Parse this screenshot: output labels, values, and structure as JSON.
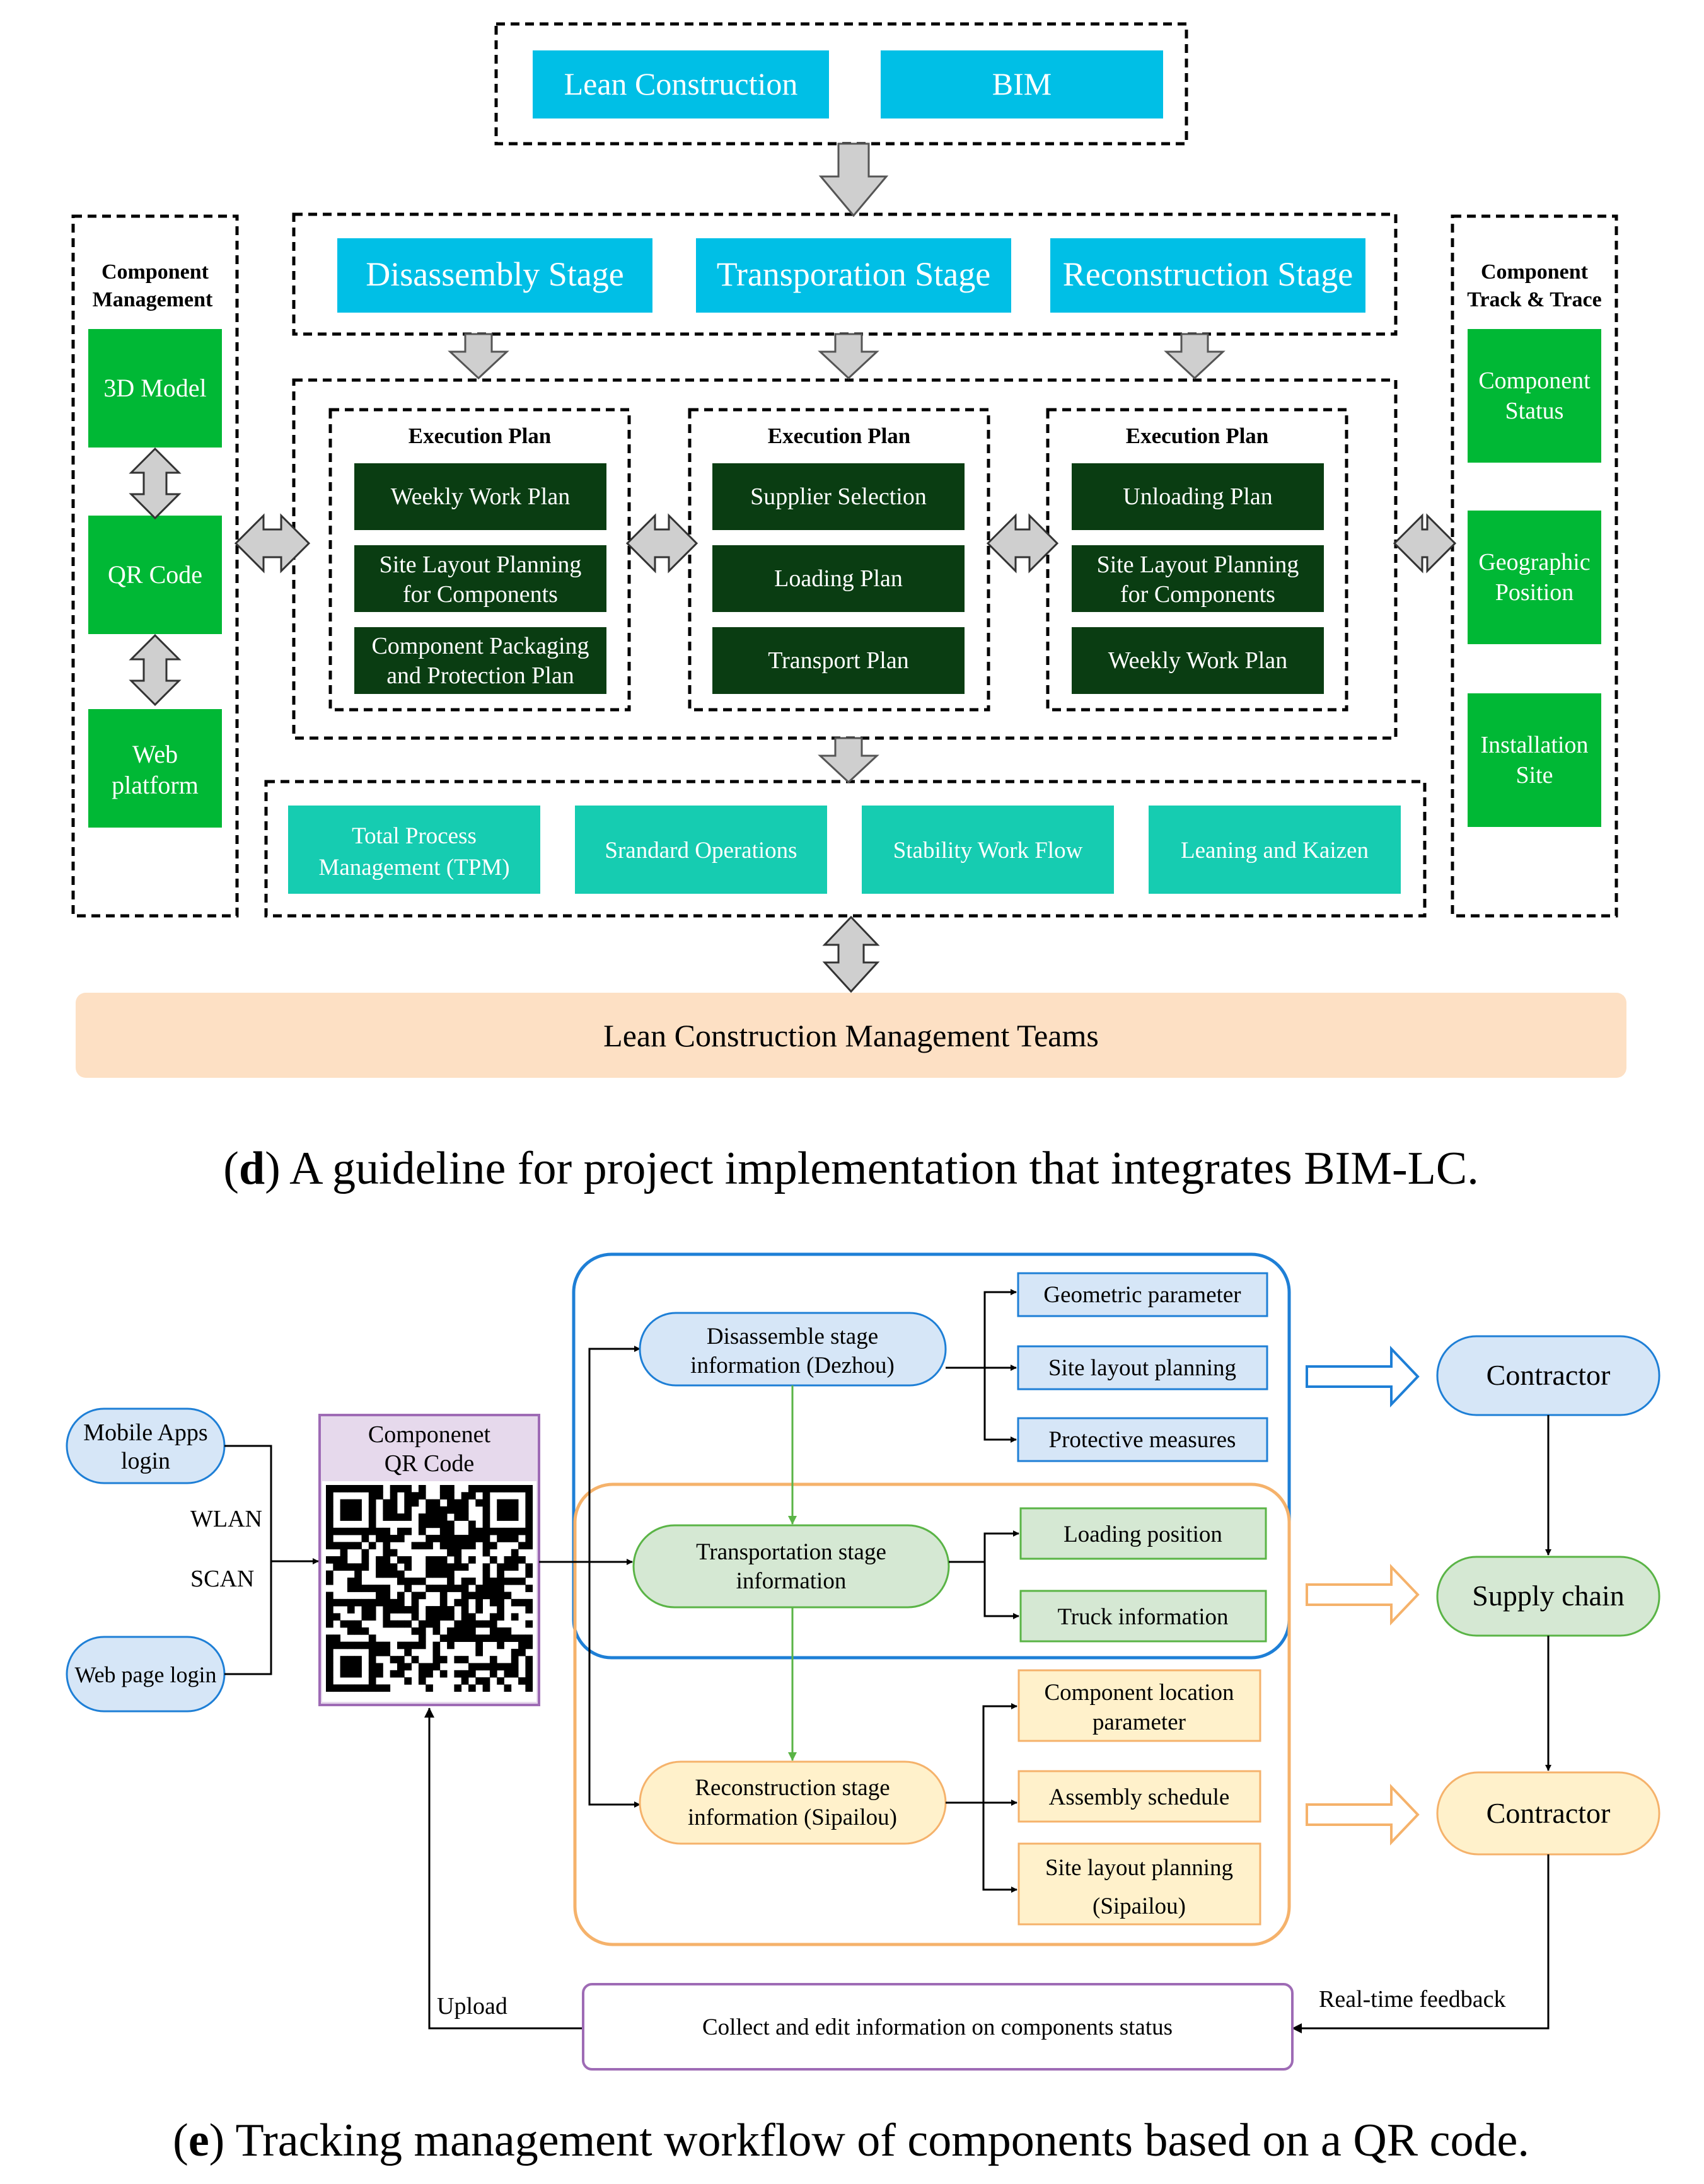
{
  "panel_d": {
    "top": {
      "lean": "Lean Construction",
      "bim": "BIM"
    },
    "stages": [
      "Disassembly Stage",
      "Transporation Stage",
      "Reconstruction Stage"
    ],
    "left_panel": {
      "title_1": "Component",
      "title_2": "Management",
      "items": [
        [
          "3D Model"
        ],
        [
          "QR Code"
        ],
        [
          "Web",
          "platform"
        ]
      ]
    },
    "right_panel": {
      "title_1": "Component",
      "title_2": "Track & Trace",
      "items": [
        [
          "Component",
          "Status"
        ],
        [
          "Geographic",
          "Position"
        ],
        [
          "Installation",
          "Site"
        ]
      ]
    },
    "plans": [
      {
        "title": "Execution Plan",
        "items": [
          [
            "Weekly Work Plan"
          ],
          [
            "Site Layout Planning",
            "for Components"
          ],
          [
            "Component Packaging",
            "and Protection Plan"
          ]
        ]
      },
      {
        "title": "Execution Plan",
        "items": [
          [
            "Supplier Selection"
          ],
          [
            "Loading Plan"
          ],
          [
            "Transport Plan"
          ]
        ]
      },
      {
        "title": "Execution Plan",
        "items": [
          [
            "Unloading Plan"
          ],
          [
            "Site Layout Planning",
            "for Components"
          ],
          [
            "Weekly Work Plan"
          ]
        ]
      }
    ],
    "tools": [
      [
        "Total Process",
        "Management (TPM)"
      ],
      [
        "Srandard Operations"
      ],
      [
        "Stability Work Flow"
      ],
      [
        "Leaning and Kaizen"
      ]
    ],
    "teams": "Lean Construction Management Teams",
    "caption_letter": "d",
    "caption_text": ") A guideline for project implementation that integrates BIM-LC."
  },
  "panel_e": {
    "login_mobile": [
      "Mobile Apps",
      "login"
    ],
    "login_web": "Web page login",
    "wlan": "WLAN",
    "scan": "SCAN",
    "qr_title": [
      "Componenet",
      "QR Code"
    ],
    "stage_dis": [
      "Disassemble stage",
      "information (Dezhou)"
    ],
    "stage_trans": [
      "Transportation stage",
      "information"
    ],
    "stage_rec": [
      "Reconstruction stage",
      "information (Sipailou)"
    ],
    "dis_items": [
      "Geometric parameter",
      "Site layout planning",
      "Protective measures"
    ],
    "trans_items": [
      "Loading position",
      "Truck information"
    ],
    "rec_items": [
      [
        "Component location",
        "parameter"
      ],
      [
        "Assembly schedule"
      ],
      [
        "Site layout planning",
        "(Sipailou)"
      ]
    ],
    "contractor_1": "Contractor",
    "supply_chain": "Supply chain",
    "contractor_2": "Contractor",
    "collect": "Collect and edit information on components status",
    "upload": "Upload",
    "feedback": "Real-time feedback",
    "caption_letter": "e",
    "caption_text": ") Tracking management workflow of components based on a QR code."
  },
  "colors": {
    "cyan": "#00bfe6",
    "green": "#00b835",
    "dark_green": "#0a3d12",
    "teal": "#16ccb1",
    "peach": "#fde0c4",
    "light_blue": "#d6e6f7",
    "light_green": "#d5e8d3",
    "light_yellow": "#fff1cb",
    "lavender": "#e6d9ec",
    "blue_line": "#1e7fd6",
    "orange_line": "#f5b26b",
    "purple_line": "#9e6bb5",
    "green_arrow": "#5ab446",
    "grey_arrow": "#cfcfcf"
  }
}
